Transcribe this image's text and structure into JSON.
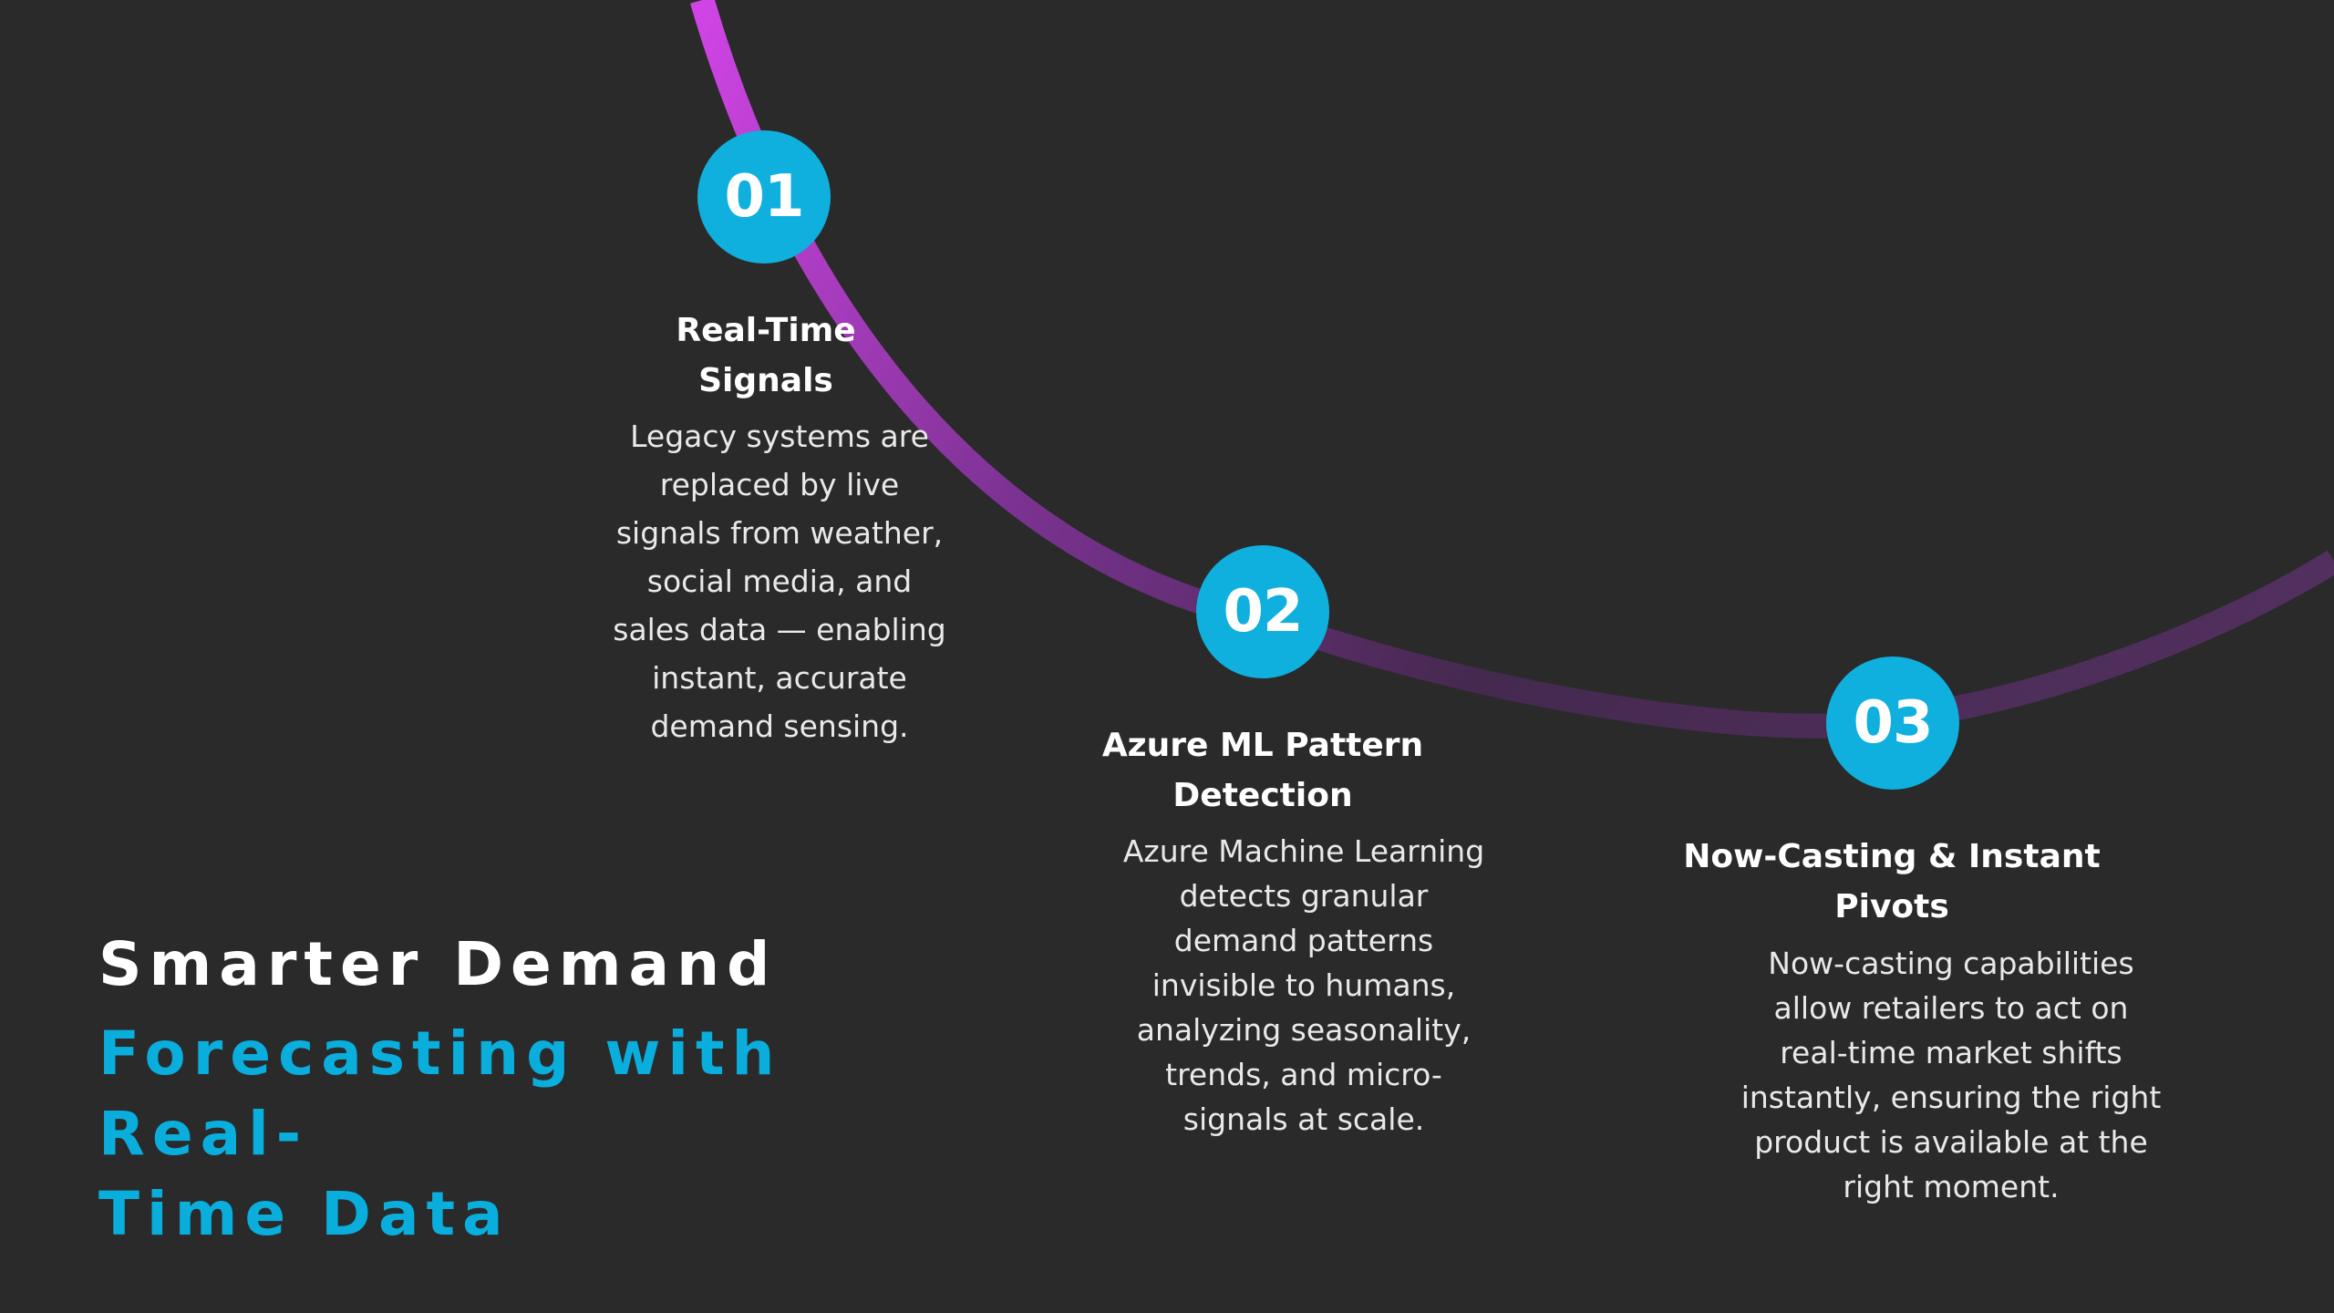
{
  "colors": {
    "background": "#2a2a2b",
    "accent_blue": "#0fb0de",
    "arc_start": "#c93fdd",
    "arc_mid": "#6a2f7c",
    "arc_end": "#3a2b40"
  },
  "steps": [
    {
      "number": "01",
      "title": "Real-Time\nSignals",
      "description": "Legacy systems are\nreplaced by live\nsignals from weather,\nsocial media, and\nsales data — enabling\ninstant, accurate\ndemand sensing."
    },
    {
      "number": "02",
      "title": "Azure ML Pattern\nDetection",
      "description": "Azure Machine Learning\ndetects granular\ndemand patterns\ninvisible to humans,\nanalyzing seasonality,\ntrends, and micro-\nsignals at scale."
    },
    {
      "number": "03",
      "title": "Now-Casting & Instant\nPivots",
      "description": "Now-casting capabilities\nallow retailers to act on\nreal-time market shifts\ninstantly, ensuring the right\nproduct is available at the\nright moment."
    }
  ],
  "heading": {
    "line1": "Smarter Demand",
    "line2": "Forecasting with Real-\nTime Data"
  }
}
